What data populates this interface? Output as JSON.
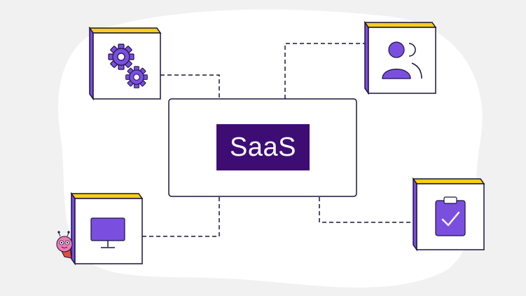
{
  "center": {
    "label": "SaaS"
  },
  "nodes": [
    {
      "id": "settings",
      "icon": "gears-icon"
    },
    {
      "id": "users",
      "icon": "user-profile-icon"
    },
    {
      "id": "desktop",
      "icon": "monitor-icon"
    },
    {
      "id": "tasks",
      "icon": "clipboard-check-icon"
    }
  ],
  "decoration": {
    "icon": "bug-mascot-icon"
  },
  "colors": {
    "background": "#f1f1f1",
    "blob": "#ffffff",
    "accent": "#7a4fe0",
    "deep_purple": "#3e0d74",
    "yellow": "#f7cf14",
    "outline": "#1b1340",
    "mascot_pink": "#f07bb0"
  }
}
